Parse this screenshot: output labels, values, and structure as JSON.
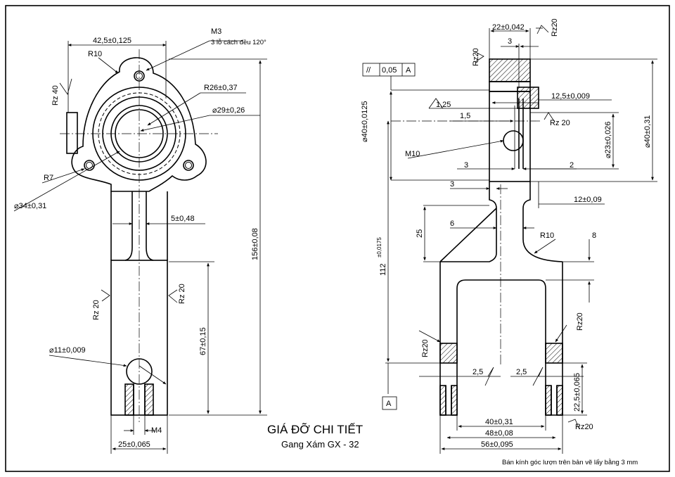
{
  "title": {
    "main": "GIÁ ĐỠ CHI TIẾT",
    "material": "Gang Xám GX - 32",
    "note": "Bán kính góc lượn trên bản vẽ lấy bằng 3 mm"
  },
  "left_view": {
    "dim_width_top": "42,5±0,125",
    "thread_label": "M3",
    "holes_note": "3 lỗ cách đều 120°",
    "r10": "R10",
    "rz40": "Rz 40",
    "r26": "R26±0,37",
    "d29": "⌀29±0,26",
    "r7": "R7",
    "d34": "⌀34±0,31",
    "rib": "5±0,48",
    "rz20_left": "Rz 20",
    "rz20_right": "Rz 20",
    "height_total": "156±0,08",
    "height_lower": "67±0,15",
    "hole": "⌀11±0,009",
    "m4": "M4",
    "base_width": "25±0,065"
  },
  "right_view": {
    "width_top": "22±0,042",
    "rz20_top": "Rz20",
    "dim3_top": "3",
    "rz20_side": "Rz20",
    "gdt_symbol": "//",
    "gdt_tol": "0,05",
    "gdt_datum": "A",
    "d40_0125": "⌀40±0,0125",
    "r125": "1,25",
    "d125_009": "12,5±0,009",
    "d15": "1,5",
    "rz20_inner": "Rz  20",
    "d23": "⌀23±0,026",
    "d40_031": "⌀40±0,31",
    "m10": "M10",
    "d3_a": "3",
    "d2": "2",
    "d3_b": "3",
    "d12": "12±0,09",
    "d25": "25",
    "d6": "6",
    "r10": "R10",
    "d8": "8",
    "d112": "112",
    "d112_tol": "±0,0175",
    "rz20_a": "Rz20",
    "rz20_b": "Rz20",
    "rough_a": "2,5",
    "rough_b": "2,5",
    "d22_5": "22,5±0,065",
    "rz20_c": "Rz20",
    "w40": "40±0,31",
    "w48": "48±0,08",
    "w56": "56±0,095",
    "datum": "A"
  },
  "colors": {
    "line": "#000000",
    "background": "#ffffff"
  }
}
